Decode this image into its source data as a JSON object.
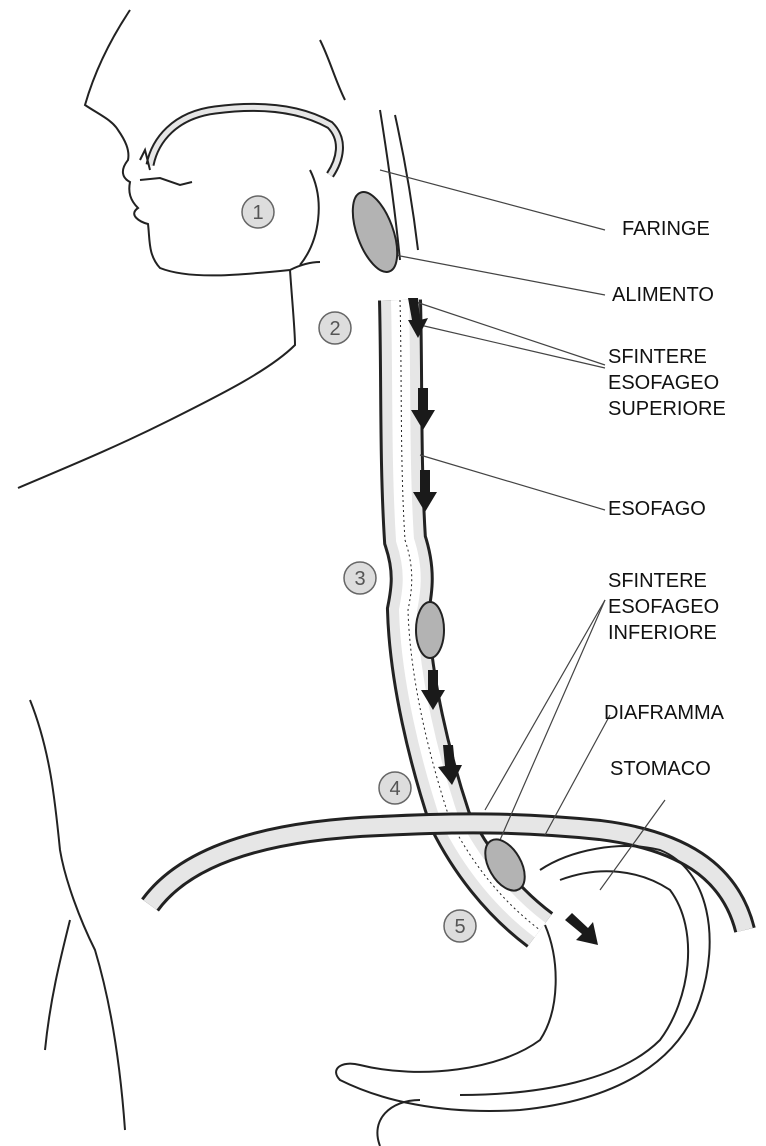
{
  "labels": {
    "faringe": "FARINGE",
    "alimento": "ALIMENTO",
    "sfintere_superiore": [
      "SFINTERE",
      "ESOFAGEO",
      "SUPERIORE"
    ],
    "esofago": "ESOFAGO",
    "sfintere_inferiore": [
      "SFINTERE",
      "ESOFAGEO",
      "INFERIORE"
    ],
    "diaframma": "DIAFRAMMA",
    "stomaco": "STOMACO"
  },
  "stage_markers": [
    "1",
    "2",
    "3",
    "4",
    "5"
  ],
  "colors": {
    "line": "#222222",
    "tube_fill": "#e6e6e6",
    "bolus_fill": "#b3b3b3",
    "marker_fill": "#dddddd",
    "arrow": "#1a1a1a"
  }
}
